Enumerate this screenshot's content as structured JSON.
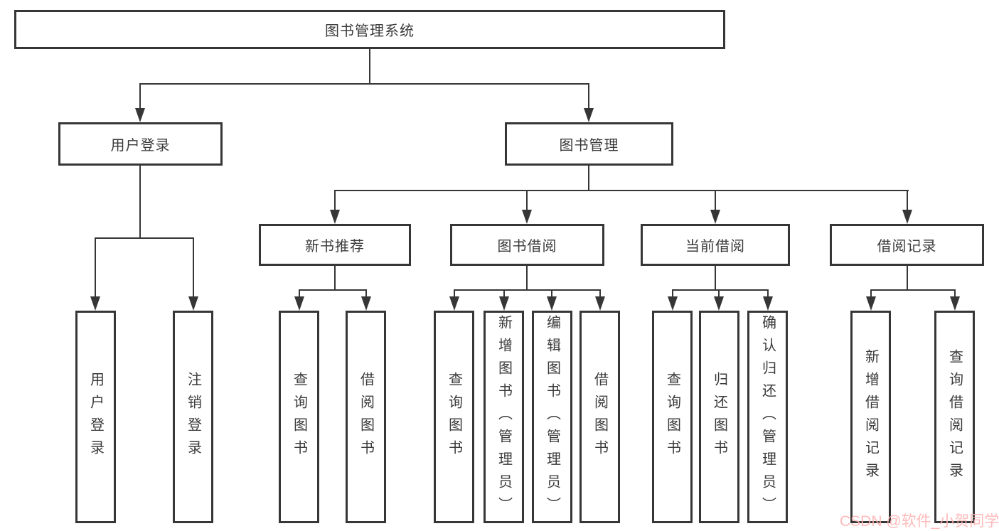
{
  "diagram": {
    "root": {
      "label": "图书管理系统"
    },
    "branches": [
      {
        "label": "用户登录",
        "children": [
          {
            "label": "用户登录"
          },
          {
            "label": "注销登录"
          }
        ]
      },
      {
        "label": "图书管理",
        "children": [
          {
            "label": "新书推荐",
            "children": [
              {
                "label": "查询图书"
              },
              {
                "label": "借阅图书"
              }
            ]
          },
          {
            "label": "图书借阅",
            "children": [
              {
                "label": "查询图书"
              },
              {
                "label": "新增图书（管理员）"
              },
              {
                "label": "编辑图书（管理员）"
              },
              {
                "label": "借阅图书"
              }
            ]
          },
          {
            "label": "当前借阅",
            "children": [
              {
                "label": "查询图书"
              },
              {
                "label": "归还图书"
              },
              {
                "label": "确认归还（管理员）"
              }
            ]
          },
          {
            "label": "借阅记录",
            "children": [
              {
                "label": "新增借阅记录"
              },
              {
                "label": "查询借阅记录"
              }
            ]
          }
        ]
      }
    ],
    "watermark": "CSDN @软件_小贺同学",
    "colors": {
      "line": "#363636",
      "text": "#3a3a3a",
      "watermark": "#ffb3b3",
      "background": "#ffffff"
    }
  }
}
